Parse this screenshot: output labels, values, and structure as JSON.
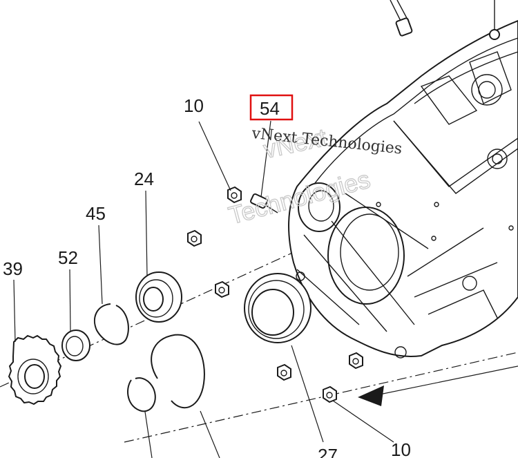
{
  "callouts": {
    "c10_top": "10",
    "c54": "54",
    "c24": "24",
    "c45": "45",
    "c52": "52",
    "c39": "39",
    "c27": "27",
    "c10_bottom": "10"
  },
  "highlighted_callout": "54",
  "highlight_color": "#e01010",
  "watermark": {
    "serif_text": "vNext Technologies",
    "outline_line1": "vNext",
    "outline_line2": "Technologies"
  }
}
